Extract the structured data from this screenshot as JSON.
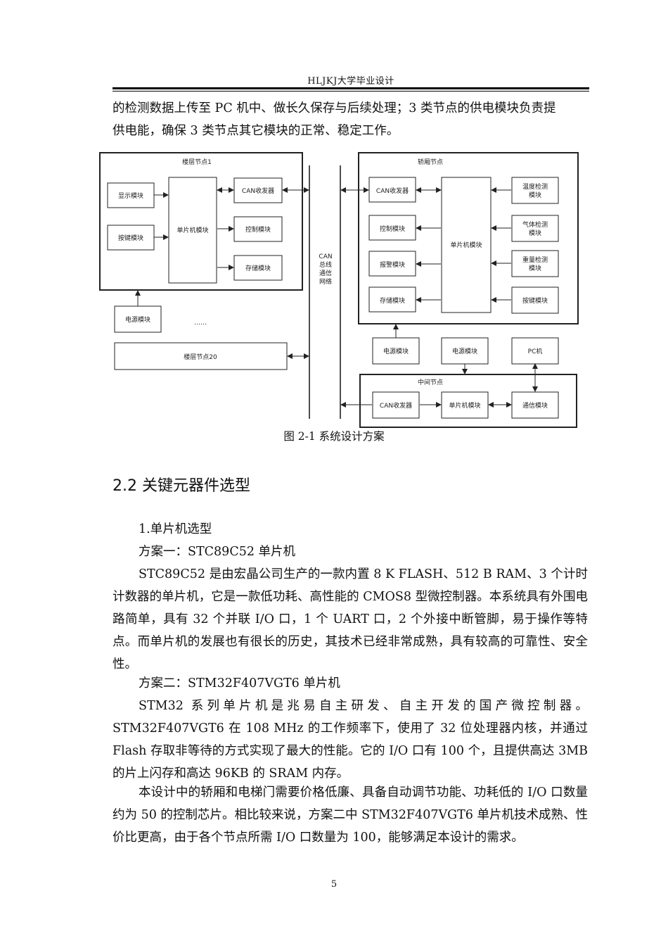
{
  "header": {
    "title": "HLJKJ大学毕业设计"
  },
  "intro": {
    "line1": "的检测数据上传至 PC 机中、做长久保存与后续处理；3 类节点的供电模块负责提",
    "line2": "供电能，确保 3 类节点其它模块的正常、稳定工作。"
  },
  "figure": {
    "caption": "图 2-1  系统设计方案",
    "floor_node_1": {
      "title": "楼层节点1",
      "display": "显示模块",
      "keys": "按键模块",
      "mcu": "单片机模块",
      "can": "CAN收发器",
      "control": "控制模块",
      "storage": "存储模块"
    },
    "power_left": "电源模块",
    "ellipsis": "……",
    "floor_node_20": "楼层节点20",
    "bus": [
      "CAN",
      "总线",
      "通信",
      "网络"
    ],
    "car_node": {
      "title": "轿厢节点",
      "can": "CAN收发器",
      "control": "控制模块",
      "alarm": "报警模块",
      "storage": "存储模块",
      "mcu": "单片机模块",
      "temp": [
        "温度检测",
        "模块"
      ],
      "gas": [
        "气体检测",
        "模块"
      ],
      "weight": [
        "重量检测",
        "模块"
      ],
      "keys": "按键模块"
    },
    "power_car": "电源模块",
    "power_mid": "电源模块",
    "pc": "PC机",
    "middle_node": {
      "title": "中间节点",
      "can": "CAN收发器",
      "mcu": "单片机模块",
      "comm": "通信模块"
    }
  },
  "section": {
    "title": "2.2  关键元器件选型"
  },
  "body": {
    "item1": "1.单片机选型",
    "option1_title": "方案一：STC89C52 单片机",
    "option1_text": "STC89C52 是由宏晶公司生产的一款内置 8 K FLASH、512 B RAM、3 个计时计数器的单片机，它是一款低功耗、高性能的 CMOS8 型微控制器。本系统具有外围电路简单，具有 32 个并联 I/O 口，1 个 UART 口，2 个外接中断管脚，易于操作等特点。而单片机的发展也有很长的历史，其技术已经非常成熟，具有较高的可靠性、安全性。",
    "option2_title": "方案二：STM32F407VGT6 单片机",
    "option2_text": "STM32 系列单片机是兆易自主研发、自主开发的国产微控制器。STM32F407VGT6 在 108 MHz 的工作频率下，使用了 32 位处理器内核，并通过 Flash 存取非等待的方式实现了最大的性能。它的 I/O 口有 100 个，且提供高达 3MB 的片上闪存和高达 96KB 的 SRAM 内存。",
    "conclusion": "本设计中的轿厢和电梯门需要价格低廉、具备自动调节功能、功耗低的 I/O 口数量约为 50 的控制芯片。相比较来说，方案二中 STM32F407VGT6 单片机技术成熟、性价比更高，由于各个节点所需 I/O 口数量为 100，能够满足本设计的需求。"
  },
  "page_number": "5"
}
